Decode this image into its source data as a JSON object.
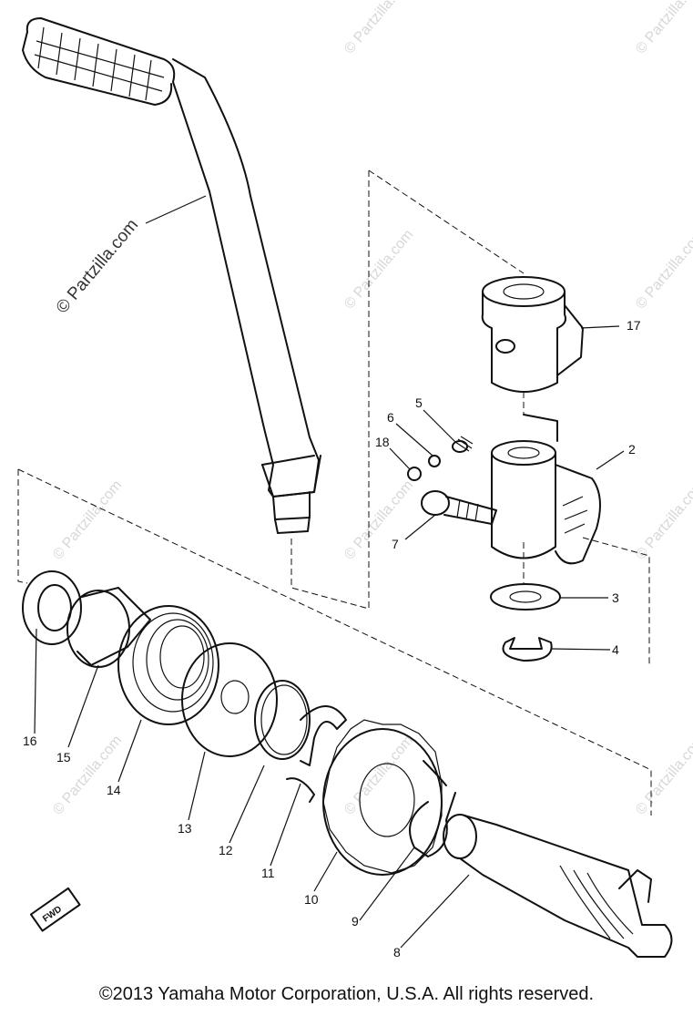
{
  "watermark": {
    "main": "© Partzilla.com",
    "faint": "© Partzilla.com"
  },
  "parts": [
    {
      "id": "p1",
      "label": "17"
    },
    {
      "id": "p2",
      "label": "2"
    },
    {
      "id": "p3",
      "label": "5"
    },
    {
      "id": "p4",
      "label": "6"
    },
    {
      "id": "p5",
      "label": "18"
    },
    {
      "id": "p6",
      "label": "7"
    },
    {
      "id": "p7",
      "label": "3"
    },
    {
      "id": "p8",
      "label": "4"
    },
    {
      "id": "p9",
      "label": "16"
    },
    {
      "id": "p10",
      "label": "15"
    },
    {
      "id": "p11",
      "label": "14"
    },
    {
      "id": "p12",
      "label": "13"
    },
    {
      "id": "p13",
      "label": "12"
    },
    {
      "id": "p14",
      "label": "11"
    },
    {
      "id": "p15",
      "label": "10"
    },
    {
      "id": "p16",
      "label": "9"
    },
    {
      "id": "p17",
      "label": "8"
    }
  ],
  "fwd_badge": "FWD",
  "copyright": "©2013 Yamaha Motor Corporation, U.S.A. All rights reserved."
}
